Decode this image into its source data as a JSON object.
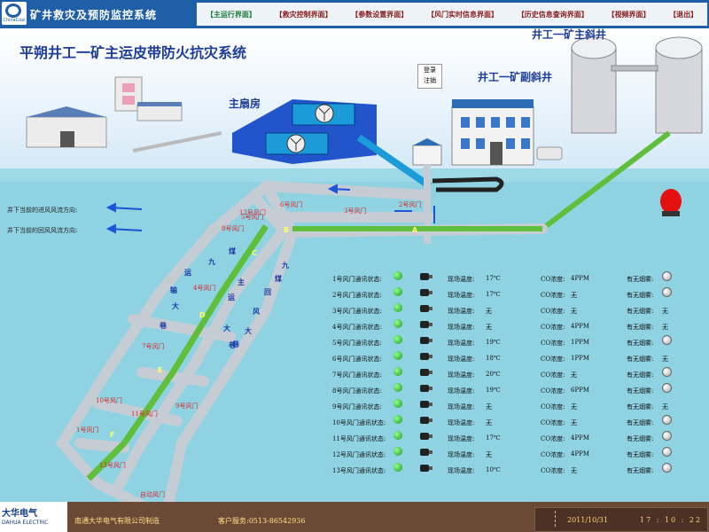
{
  "app": {
    "title": "矿井救灾及预防监控系统",
    "logo_text": "ChinaCoal",
    "system_title": "平朔井工一矿主运皮带防火抗灾系统"
  },
  "nav": [
    {
      "label": "【主运行界面】",
      "active": true
    },
    {
      "label": "【救灾控制界面】",
      "active": false
    },
    {
      "label": "【参数设置界面】",
      "active": false
    },
    {
      "label": "【风门实时信息界面】",
      "active": false
    },
    {
      "label": "【历史信息查询界面】",
      "active": false
    },
    {
      "label": "【视频界面】",
      "active": false
    },
    {
      "label": "【退出】",
      "active": false
    }
  ],
  "scene": {
    "main_fan_room": "主扇房",
    "main_incline": "井工一矿主斜井",
    "aux_incline": "井工一矿副斜井",
    "login": "登录",
    "logout": "注销",
    "legend_intake": "井下当前的进风风流方向:",
    "legend_return": "井下当前的回风风流方向:",
    "tunnel_labels": [
      {
        "text": "1号风门"
      },
      {
        "text": "2号风门"
      },
      {
        "text": "3号风门"
      },
      {
        "text": "4号风门"
      },
      {
        "text": "5号风门"
      },
      {
        "text": "6号风门"
      },
      {
        "text": "7号风门"
      },
      {
        "text": "8号风门"
      },
      {
        "text": "9号风门"
      },
      {
        "text": "10号风门"
      },
      {
        "text": "11号风门"
      },
      {
        "text": "12号风门"
      },
      {
        "text": "13号风门"
      },
      {
        "text": "自动风门"
      }
    ],
    "roadway_chars_left": [
      "运",
      "输",
      "大",
      "巷"
    ],
    "roadway_chars_mid": [
      "九",
      "煤",
      "主",
      "运",
      "大",
      "巷"
    ],
    "roadway_chars_right": [
      "九",
      "煤",
      "回",
      "风",
      "大",
      "巷"
    ],
    "segments": [
      "A",
      "B",
      "C",
      "D",
      "E",
      "F"
    ]
  },
  "status_table": {
    "rows": [
      {
        "door": "1号风门通讯状态:",
        "temp": "17℃",
        "co": "4PPM",
        "smoke": ""
      },
      {
        "door": "2号风门通讯状态:",
        "temp": "17℃",
        "co": "无",
        "smoke": ""
      },
      {
        "door": "3号风门通讯状态:",
        "temp": "无",
        "co": "无",
        "smoke": "无"
      },
      {
        "door": "4号风门通讯状态:",
        "temp": "无",
        "co": "4PPM",
        "smoke": "无"
      },
      {
        "door": "5号风门通讯状态:",
        "temp": "19℃",
        "co": "1PPM",
        "smoke": ""
      },
      {
        "door": "6号风门通讯状态:",
        "temp": "18℃",
        "co": "1PPM",
        "smoke": "无"
      },
      {
        "door": "7号风门通讯状态:",
        "temp": "20℃",
        "co": "无",
        "smoke": ""
      },
      {
        "door": "8号风门通讯状态:",
        "temp": "19℃",
        "co": "6PPM",
        "smoke": ""
      },
      {
        "door": "9号风门通讯状态:",
        "temp": "无",
        "co": "无",
        "smoke": "无"
      },
      {
        "door": "10号风门通讯状态:",
        "temp": "无",
        "co": "无",
        "smoke": ""
      },
      {
        "door": "11号风门通讯状态:",
        "temp": "17℃",
        "co": "4PPM",
        "smoke": ""
      },
      {
        "door": "12号风门通讯状态:",
        "temp": "无",
        "co": "4PPM",
        "smoke": ""
      },
      {
        "door": "13号风门通讯状态:",
        "temp": "10℃",
        "co": "无",
        "smoke": ""
      }
    ],
    "temp_label": "现场温度:",
    "co_label": "CO浓度:",
    "smoke_label": "有无烟雾:"
  },
  "footer": {
    "brand": "大华电气",
    "brand_sub": "DAHUA ELECTRIC",
    "company": "南通大华电气有限公司制造",
    "service": "客户服务:0513-86542936",
    "date": "2011/10/31",
    "time": "17 : 10 : 22"
  },
  "colors": {
    "header": "#1e5fa8",
    "water": "#8fd3e3",
    "pipe": "#c6ccd3",
    "belt": "#5fbf3a",
    "footer": "#6b4a35",
    "alarm": "#e51010"
  }
}
